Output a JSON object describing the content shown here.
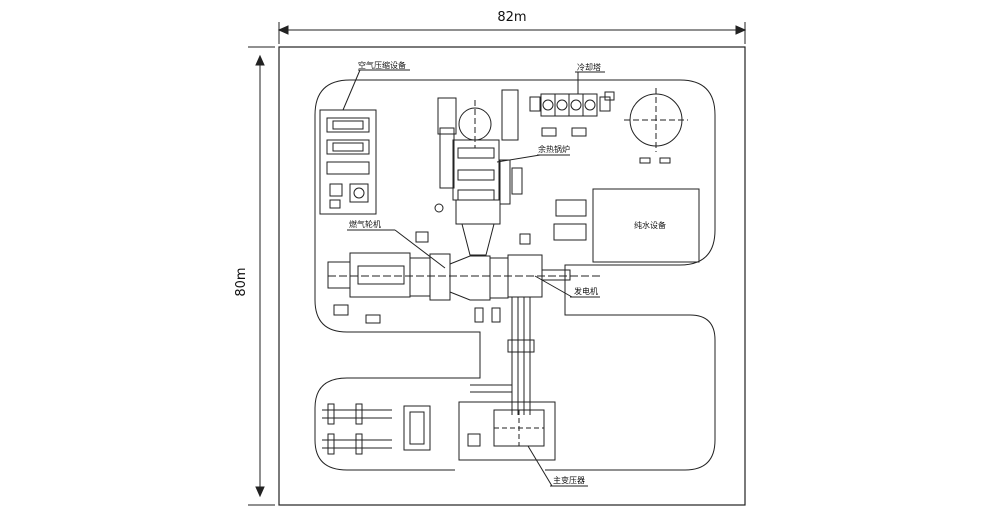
{
  "dimensions": {
    "width": "82m",
    "height": "80m"
  },
  "labels": {
    "air_compressor": "空气压缩设备",
    "cooling_tower": "冷却塔",
    "waste_heat_boiler": "余热锅炉",
    "gas_turbine": "燃气轮机",
    "water_treatment": "纯水设备",
    "generator": "发电机",
    "main_transformer": "主变压器"
  },
  "colors": {
    "line": "#222222",
    "background": "#ffffff"
  }
}
